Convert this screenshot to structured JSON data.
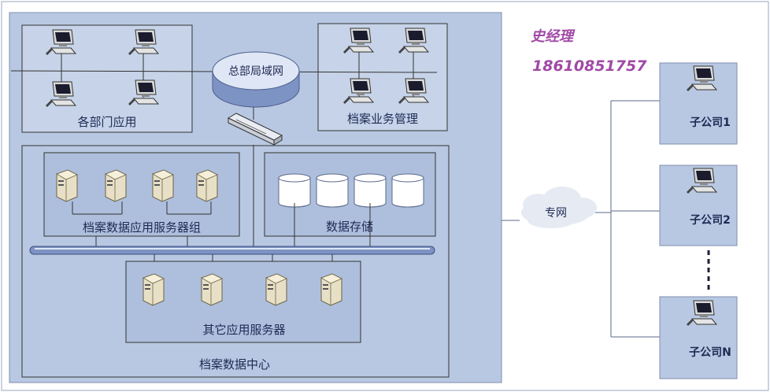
{
  "contact": {
    "name": "史经理",
    "phone": "18610851757"
  },
  "hq": {
    "lan": "总部局域网",
    "dept_apps": "各部门应用",
    "archive_mgmt": "档案业务管理",
    "server_group": "档案数据应用服务器组",
    "storage": "数据存储",
    "other_servers": "其它应用服务器",
    "data_center": "档案数据中心"
  },
  "network": {
    "private_net": "专网"
  },
  "subsidiaries": [
    "子公司1",
    "子公司2",
    "子公司N"
  ],
  "colors": {
    "panel": "#b8c8e2",
    "box": "#c6d3e8",
    "inner": "#aebfdd",
    "contact": "#a04aa6"
  }
}
